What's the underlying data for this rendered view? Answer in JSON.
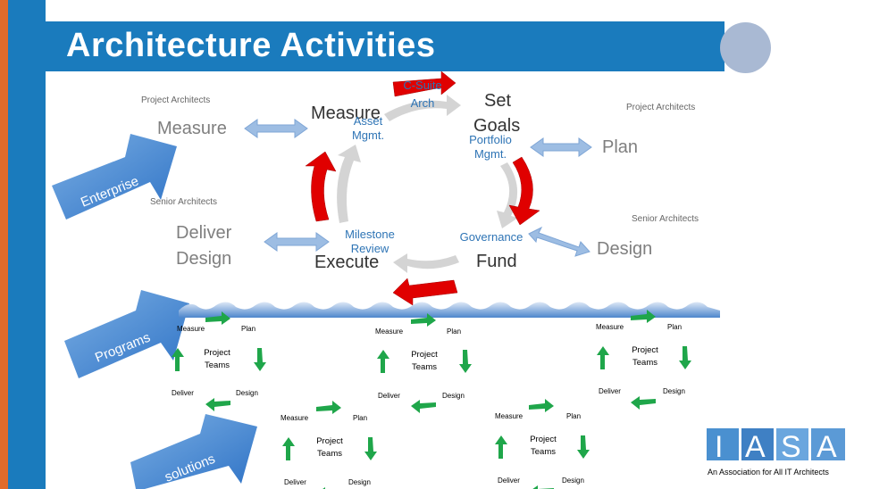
{
  "title": "Architecture Activities",
  "enterprise": {
    "arrow_label": "Enterprise",
    "center": {
      "measure": "Measure",
      "set_goals_1": "Set",
      "set_goals_2": "Goals",
      "fund": "Fund",
      "execute": "Execute",
      "csuite_1": "C-Suite",
      "csuite_2": "Arch",
      "asset_1": "Asset",
      "asset_2": "Mgmt.",
      "portfolio_1": "Portfolio",
      "portfolio_2": "Mgmt.",
      "governance": "Governance",
      "milestone_1": "Milestone",
      "milestone_2": "Review"
    },
    "outer": {
      "measure": "Measure",
      "plan": "Plan",
      "design": "Design",
      "deliver_1": "Deliver",
      "deliver_2": "Design"
    },
    "roles": {
      "tl": "Project Architects",
      "tr": "Project Architects",
      "bl": "Senior Architects",
      "br": "Senior Architects"
    }
  },
  "programs": {
    "arrow_label": "Programs",
    "cycles": [
      {
        "measure": "Measure",
        "plan": "Plan",
        "design": "Design",
        "deliver": "Deliver",
        "center_1": "Project",
        "center_2": "Teams"
      },
      {
        "measure": "Measure",
        "plan": "Plan",
        "design": "Design",
        "deliver": "Deliver",
        "center_1": "Project",
        "center_2": "Teams"
      },
      {
        "measure": "Measure",
        "plan": "Plan",
        "design": "Design",
        "deliver": "Deliver",
        "center_1": "Project",
        "center_2": "Teams"
      }
    ]
  },
  "solutions": {
    "arrow_label": "solutions",
    "cycles": [
      {
        "measure": "Measure",
        "plan": "Plan",
        "design": "Design",
        "deliver": "Deliver",
        "center_1": "Project",
        "center_2": "Teams"
      },
      {
        "measure": "Measure",
        "plan": "Plan",
        "design": "Design",
        "deliver": "Deliver",
        "center_1": "Project",
        "center_2": "Teams"
      }
    ]
  },
  "logo": {
    "letters": "IASA",
    "tagline": "An Association for All IT Architects"
  },
  "colors": {
    "brand_blue": "#1a7bbd",
    "orange": "#e06b2a",
    "red_arrow": "#e00000",
    "green_arrow": "#1fa64a",
    "light_arrow": "#9dbde3"
  }
}
